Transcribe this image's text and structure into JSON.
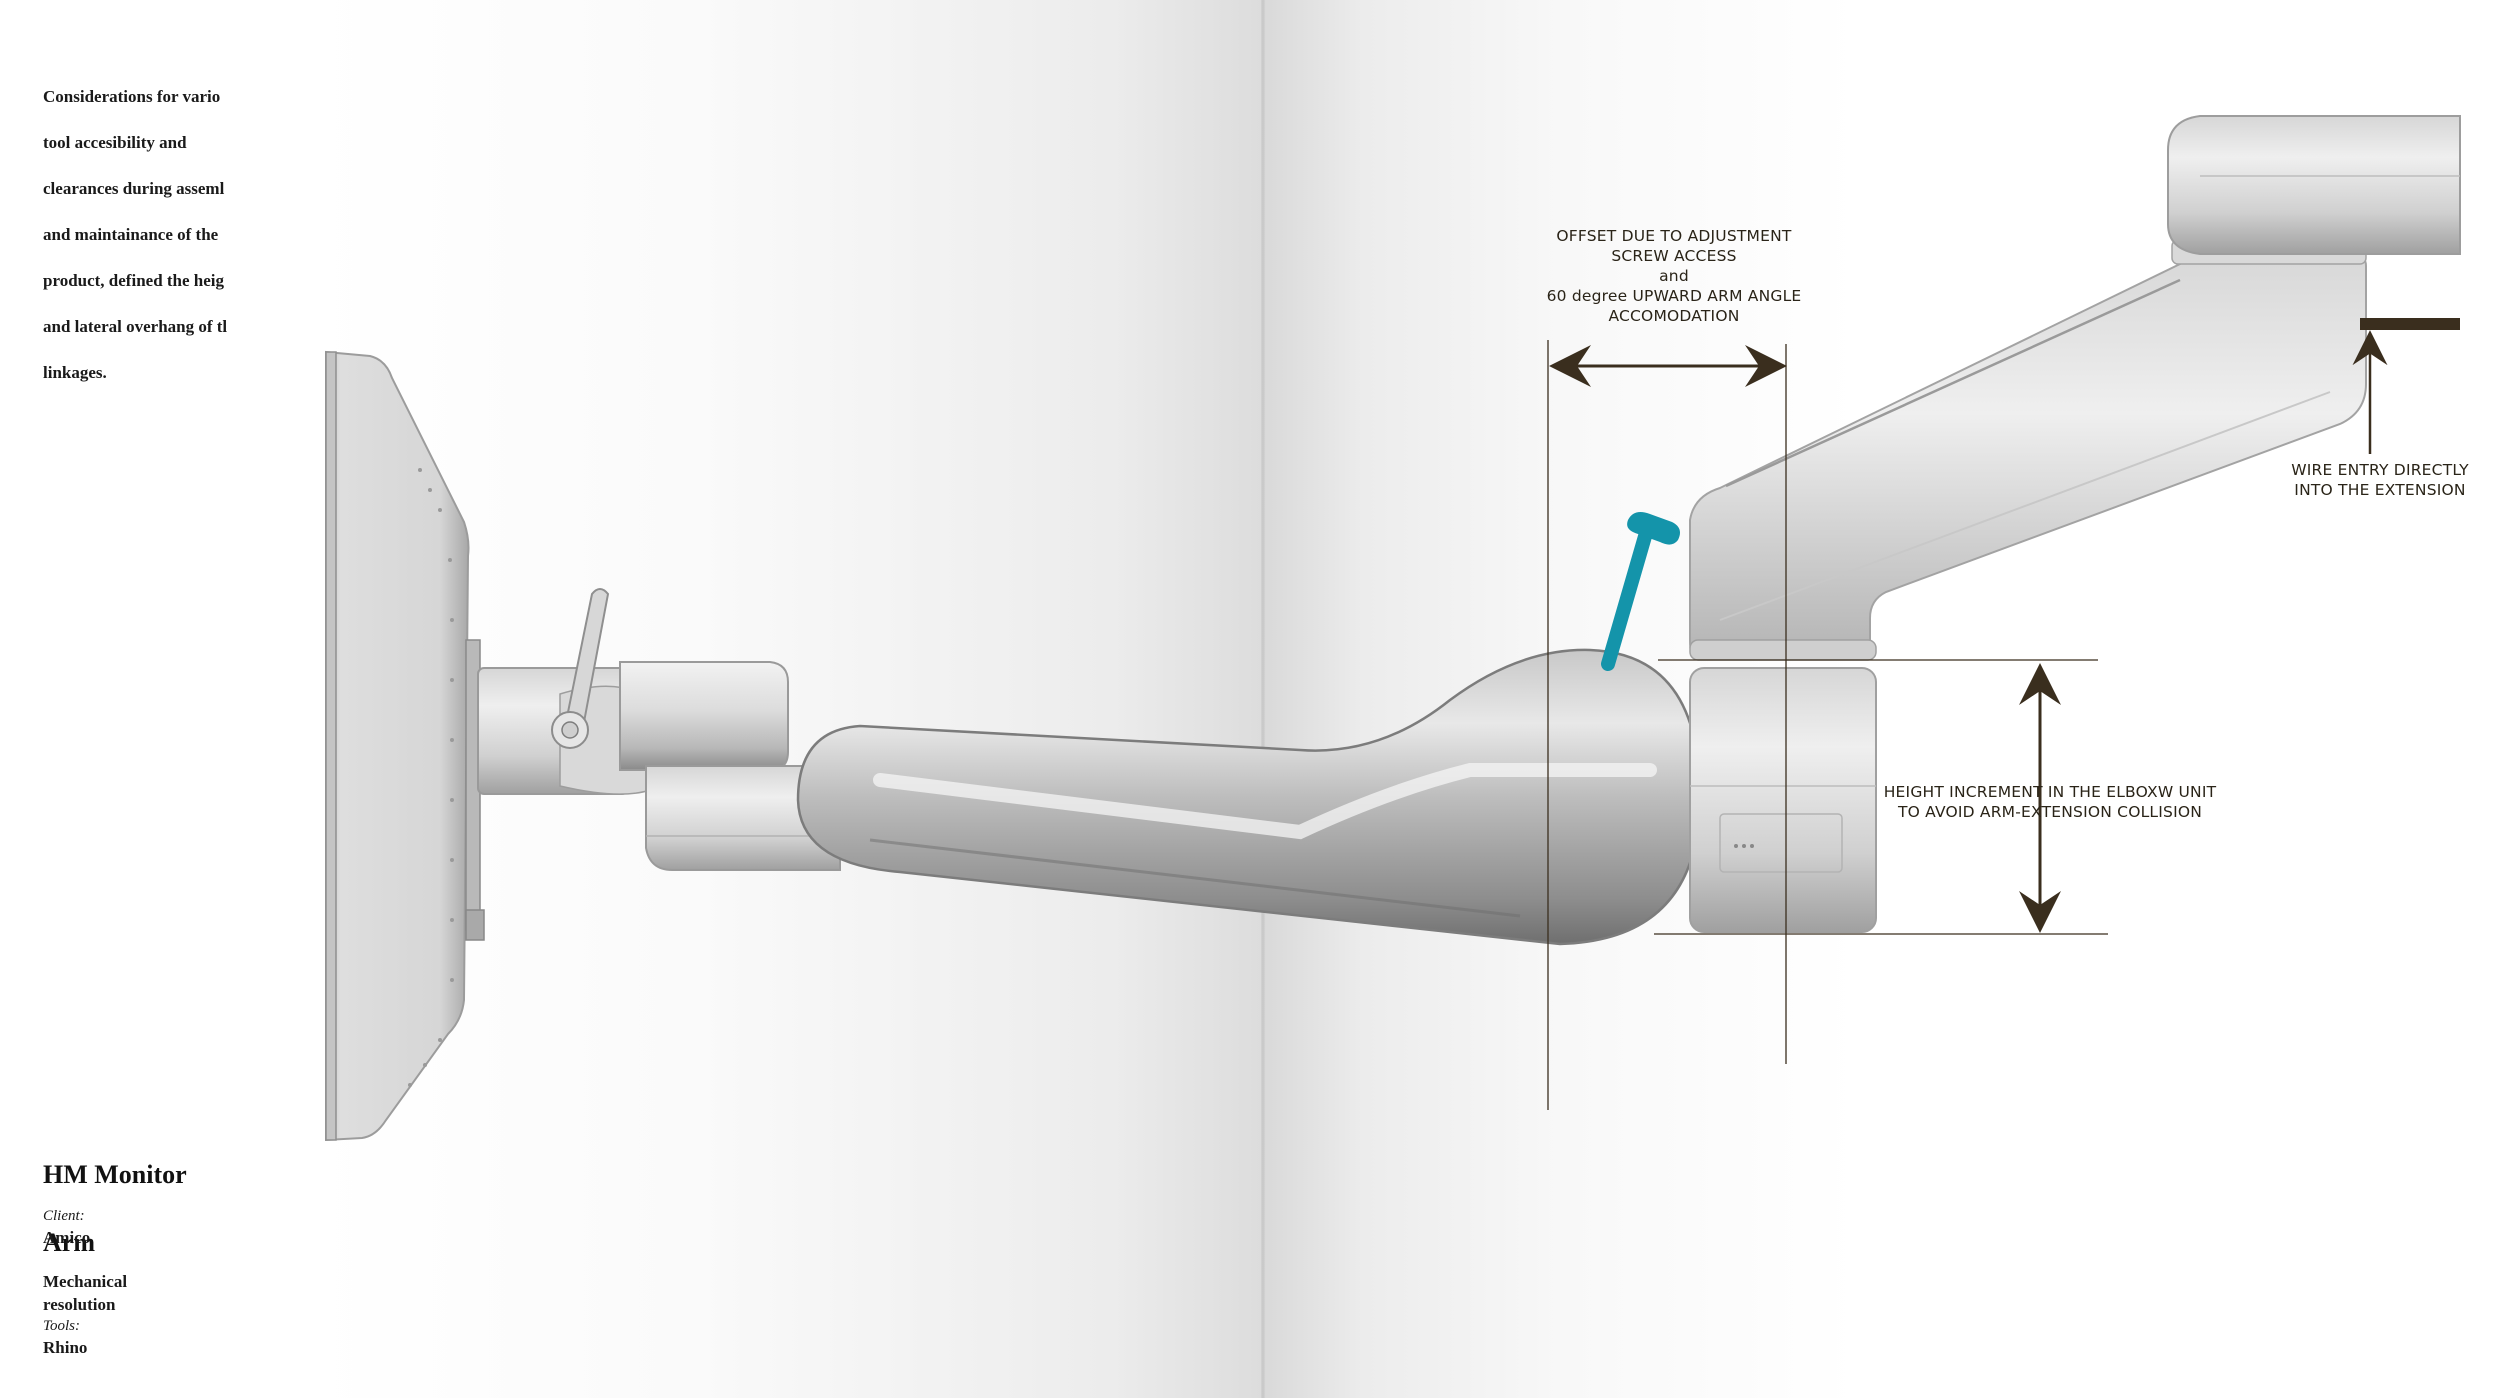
{
  "intro": {
    "lines": [
      "Considerations for vario",
      "tool accesibility and",
      "clearances during asseml",
      "and maintainance of the",
      "product, defined the heig",
      "and lateral overhang of tl",
      "linkages."
    ]
  },
  "project": {
    "title_line1": "HM Monitor",
    "title_line2": "Arm",
    "client_label": "Client:",
    "client_value": "Amico",
    "discipline_line1": "Mechanical",
    "discipline_line2": "resolution",
    "tools_label": "Tools:",
    "tools_value": "Rhino"
  },
  "annotations": {
    "offset": {
      "line1": "OFFSET DUE TO ADJUSTMENT",
      "line2": "SCREW ACCESS",
      "line3": "and",
      "line4": "60 degree UPWARD ARM ANGLE",
      "line5": "ACCOMODATION"
    },
    "wire": {
      "line1": "WIRE ENTRY DIRECTLY",
      "line2": "INTO THE EXTENSION"
    },
    "height": {
      "line1": "HEIGHT INCREMENT IN THE ELBOXW UNIT",
      "line2": "TO AVOID ARM-EXTENSION COLLISION"
    }
  },
  "colors": {
    "dimension_line": "#3a2e1e",
    "screw_tool": "#1494aa",
    "metal_light": "#e4e4e4",
    "metal_dark": "#8e8e8e"
  }
}
